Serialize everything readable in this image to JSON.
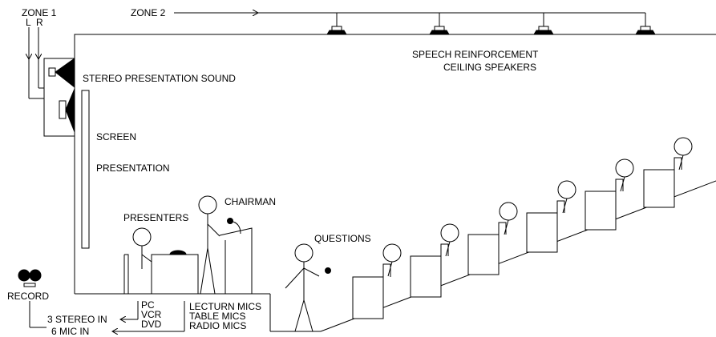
{
  "zones": {
    "zone1": "ZONE 1",
    "left": "L",
    "right": "R",
    "zone2": "ZONE 2"
  },
  "speech": {
    "line1": "SPEECH REINFORCEMENT",
    "line2": "CEILING SPEAKERS"
  },
  "labels": {
    "stereo": "STEREO PRESENTATION SOUND",
    "screen": "SCREEN",
    "presentation": "PRESENTATION",
    "chairman": "CHAIRMAN",
    "presenters": "PRESENTERS",
    "questions": "QUESTIONS",
    "record": "RECORD"
  },
  "sources": {
    "pc": "PC",
    "vcr": "VCR",
    "dvd": "DVD",
    "lecturn": "LECTURN MICS",
    "table": "TABLE MICS",
    "radio": "RADIO MICS"
  },
  "inputs": {
    "stereo_in": "3 STEREO IN",
    "mic_in": "6 MIC IN"
  }
}
